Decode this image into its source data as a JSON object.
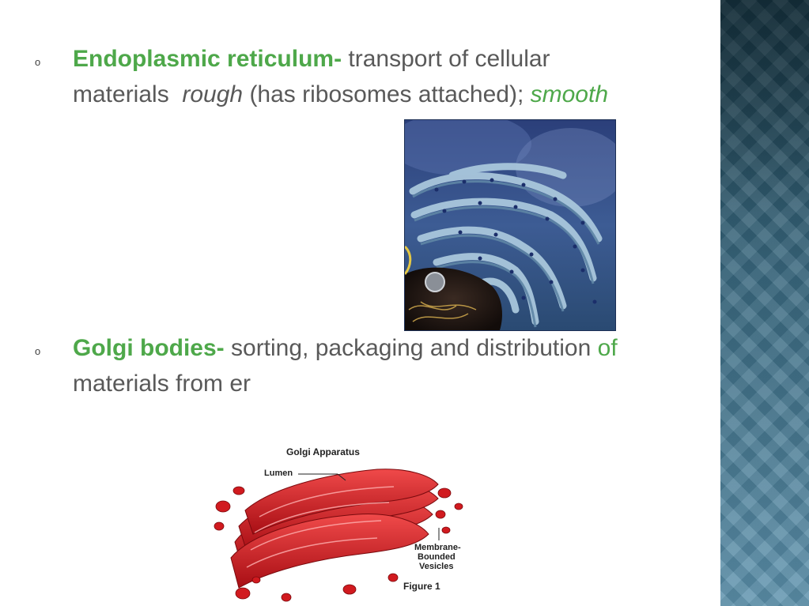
{
  "bullets": {
    "er": {
      "term": "Endoplasmic reticulum-",
      "line1_rest": " transport of cellular",
      "line2_start": "materials  ",
      "rough": "rough",
      "mid": " (has ribosomes attached); ",
      "smooth": "smooth"
    },
    "golgi": {
      "term": "Golgi bodies-",
      "rest": " sorting, packaging and distribution ",
      "of_word": "of",
      "line2": "materials from er"
    },
    "marker": "o"
  },
  "golgi_figure": {
    "title": "Golgi Apparatus",
    "lumen_label": "Lumen",
    "vesicles_label_1": "Membrane-",
    "vesicles_label_2": "Bounded",
    "vesicles_label_3": "Vesicles",
    "caption": "Figure 1"
  },
  "colors": {
    "term_green": "#4ea84a",
    "body_gray": "#595959",
    "golgi_red": "#d11a1f"
  }
}
